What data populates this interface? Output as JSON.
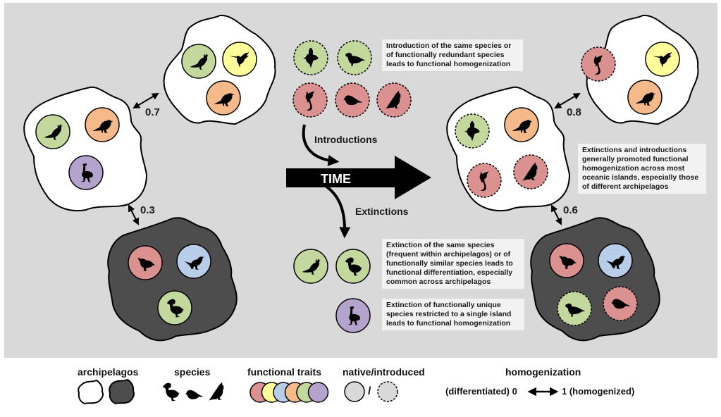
{
  "colors": {
    "panel": "#d9d9d9",
    "island_light": "#ffffff",
    "island_dark": "#4d4d4d",
    "trait_red": "#dc9191",
    "trait_yellow": "#fefe9a",
    "trait_blue": "#b7cde8",
    "trait_orange": "#f6b98a",
    "trait_green": "#c3d89d",
    "trait_purple": "#b4a3cc"
  },
  "diagram": {
    "time_label": "TIME",
    "introductions_label": "Introductions",
    "extinctions_label": "Extinctions",
    "before": {
      "islands": [
        {
          "name": "island-a",
          "type": "light",
          "species": [
            {
              "trait": "trait_green",
              "bird": "cockatoo-icon",
              "status": "native"
            },
            {
              "trait": "trait_orange",
              "bird": "songbird-icon",
              "status": "native"
            },
            {
              "trait": "trait_purple",
              "bird": "emu-icon",
              "status": "native"
            }
          ]
        },
        {
          "name": "island-b",
          "type": "light",
          "species": [
            {
              "trait": "trait_green",
              "bird": "cockatoo-icon",
              "status": "native"
            },
            {
              "trait": "trait_yellow",
              "bird": "hummingbird-icon",
              "status": "native"
            },
            {
              "trait": "trait_orange",
              "bird": "songbird-icon",
              "status": "native"
            }
          ]
        },
        {
          "name": "island-c",
          "type": "dark",
          "species": [
            {
              "trait": "trait_red",
              "bird": "wren-icon",
              "status": "native"
            },
            {
              "trait": "trait_blue",
              "bird": "wren-icon",
              "status": "native"
            },
            {
              "trait": "trait_green",
              "bird": "dodo-icon",
              "status": "native"
            }
          ]
        }
      ],
      "similarities": [
        "0.7",
        "0.3"
      ]
    },
    "after": {
      "islands": [
        {
          "name": "island-a",
          "type": "light",
          "species": [
            {
              "trait": "trait_green",
              "bird": "flying-bird-icon",
              "status": "introduced"
            },
            {
              "trait": "trait_orange",
              "bird": "songbird-icon",
              "status": "native"
            },
            {
              "trait": "trait_red",
              "bird": "bird-of-paradise-icon",
              "status": "introduced"
            },
            {
              "trait": "trait_red",
              "bird": "quail-icon",
              "status": "introduced"
            }
          ]
        },
        {
          "name": "island-b",
          "type": "light",
          "species": [
            {
              "trait": "trait_red",
              "bird": "bird-of-paradise-icon",
              "status": "introduced"
            },
            {
              "trait": "trait_yellow",
              "bird": "hummingbird-icon",
              "status": "native"
            },
            {
              "trait": "trait_orange",
              "bird": "songbird-icon",
              "status": "native"
            }
          ]
        },
        {
          "name": "island-c",
          "type": "dark",
          "species": [
            {
              "trait": "trait_red",
              "bird": "wren-icon",
              "status": "native"
            },
            {
              "trait": "trait_blue",
              "bird": "wren-icon",
              "status": "native"
            },
            {
              "trait": "trait_green",
              "bird": "pigeon-icon",
              "status": "introduced"
            },
            {
              "trait": "trait_red",
              "bird": "sparrow-icon",
              "status": "introduced"
            }
          ]
        }
      ],
      "similarities": [
        "0.8",
        "0.6"
      ]
    },
    "introduced_species": [
      {
        "trait": "trait_green",
        "bird": "flying-bird-icon"
      },
      {
        "trait": "trait_green",
        "bird": "pigeon-icon"
      },
      {
        "trait": "trait_red",
        "bird": "bird-of-paradise-icon"
      },
      {
        "trait": "trait_red",
        "bird": "sparrow-icon"
      },
      {
        "trait": "trait_red",
        "bird": "quail-icon"
      }
    ],
    "extinct_species": [
      {
        "trait": "trait_green",
        "bird": "cockatoo-icon"
      },
      {
        "trait": "trait_green",
        "bird": "dodo-icon"
      },
      {
        "trait": "trait_purple",
        "bird": "emu-icon"
      }
    ],
    "notes": {
      "introduction": "Introduction of the same species or of functionally redundant species leads to functional homogenization",
      "extinction_similar": "Extinction of the same species (frequent within archipelagos) or of functionally similar species leads to functional differentiation, especially common across archipelagos",
      "extinction_unique": "Extinction of functionally unique species restricted to a single island leads to functional homogenization",
      "summary": "Extinctions and introductions generally promoted functional homogenization across most oceanic islands, especially those of different archipelagos"
    }
  },
  "legend": {
    "archipelagos": "archipelagos",
    "species": "species",
    "functional_traits": "functional traits",
    "native_introduced": "native/introduced",
    "slash": "/",
    "homogenization": "homogenization",
    "scale_low": "(differentiated) 0",
    "scale_high": "1 (homogenized)"
  }
}
